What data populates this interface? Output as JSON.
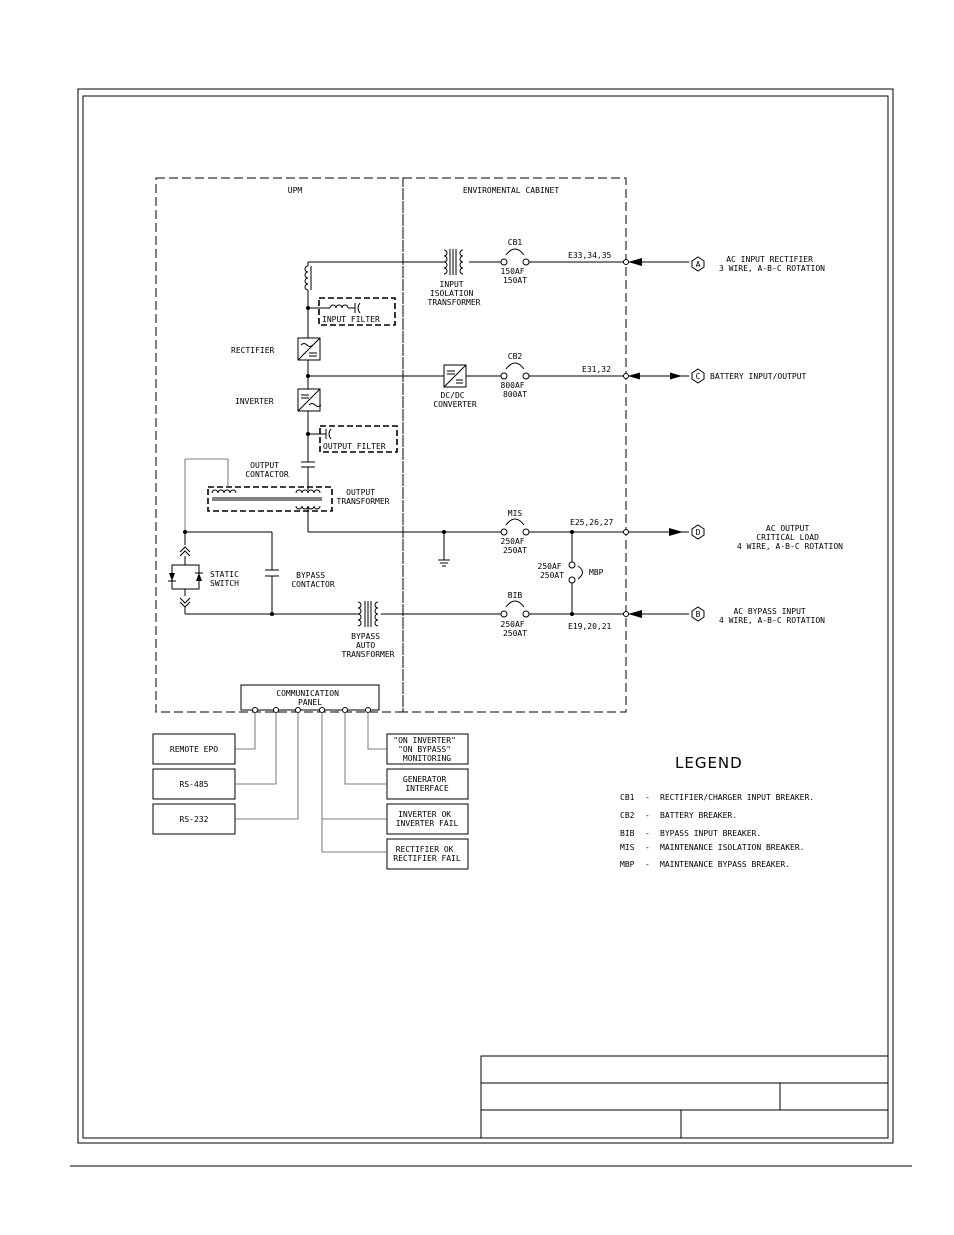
{
  "sections": {
    "upm": "UPM",
    "env_cabinet": "ENVIROMENTAL CABINET"
  },
  "components": {
    "input_filter": "INPUT FILTER",
    "rectifier": "RECTIFIER",
    "inverter": "INVERTER",
    "output_filter": "OUTPUT FILTER",
    "output_contactor": [
      "OUTPUT",
      "CONTACTOR"
    ],
    "output_transformer": [
      "OUTPUT",
      "TRANSFORMER"
    ],
    "static_switch": [
      "STATIC",
      "SWITCH"
    ],
    "bypass_contactor": [
      "BYPASS",
      "CONTACTOR"
    ],
    "bypass_auto_transformer": [
      "BYPASS",
      "AUTO",
      "TRANSFORMER"
    ],
    "input_isolation_transformer": [
      "INPUT",
      "ISOLATION",
      "TRANSFORMER"
    ],
    "dcdc_converter": [
      "DC/DC",
      "CONVERTER"
    ]
  },
  "breakers": {
    "cb1": {
      "name": "CB1",
      "rating": [
        "150AF",
        "150AT"
      ]
    },
    "cb2": {
      "name": "CB2",
      "rating": [
        "800AF",
        "800AT"
      ]
    },
    "mis": {
      "name": "MIS",
      "rating": [
        "250AF",
        "250AT"
      ]
    },
    "bib": {
      "name": "BIB",
      "rating": [
        "250AF",
        "250AT"
      ]
    },
    "mbp": {
      "name": "MBP",
      "rating": [
        "250AF",
        "250AT"
      ]
    }
  },
  "terminals": {
    "t1": "E33,34,35",
    "t2": "E31,32",
    "t3": "E25,26,27",
    "t4": "E19,20,21"
  },
  "connections": [
    {
      "id": "A",
      "lines": [
        "AC INPUT RECTIFIER",
        "3 WIRE, A-B-C ROTATION"
      ]
    },
    {
      "id": "C",
      "lines": [
        "BATTERY INPUT/OUTPUT"
      ]
    },
    {
      "id": "D",
      "lines": [
        "AC OUTPUT",
        "CRITICAL LOAD",
        "4 WIRE, A-B-C ROTATION"
      ]
    },
    {
      "id": "B",
      "lines": [
        "AC BYPASS INPUT",
        "4 WIRE, A-B-C ROTATION"
      ]
    }
  ],
  "communication_panel": [
    "COMMUNICATION",
    "PANEL"
  ],
  "interfaces_left": [
    "REMOTE EPO",
    "RS-485",
    "RS-232"
  ],
  "interfaces_right": [
    [
      "\"ON INVERTER\"",
      "\"ON BYPASS\"",
      "MONITORING"
    ],
    [
      "GENERATOR",
      "INTERFACE"
    ],
    [
      "INVERTER OK",
      "INVERTER FAIL"
    ],
    [
      "RECTIFIER OK",
      "RECTIFIER FAIL"
    ]
  ],
  "legend": {
    "title": "LEGEND",
    "items": [
      {
        "abbr": "CB1",
        "desc": "RECTIFIER/CHARGER INPUT BREAKER."
      },
      {
        "abbr": "CB2",
        "desc": "BATTERY BREAKER."
      },
      {
        "abbr": "BIB",
        "desc": "BYPASS INPUT BREAKER."
      },
      {
        "abbr": "MIS",
        "desc": "MAINTENANCE ISOLATION BREAKER."
      },
      {
        "abbr": "MBP",
        "desc": "MAINTENANCE BYPASS BREAKER."
      }
    ]
  }
}
